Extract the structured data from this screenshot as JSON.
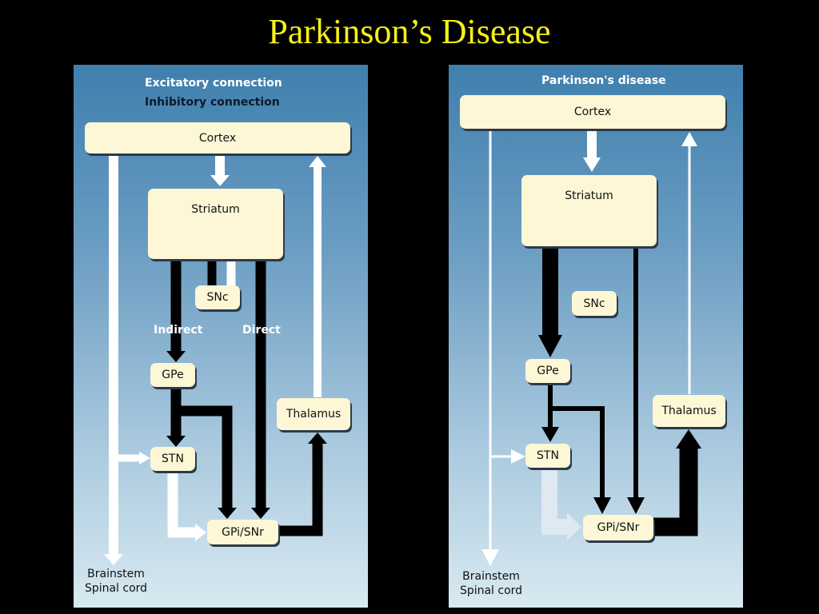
{
  "title": "Parkinson’s Disease",
  "left": {
    "legend_excitatory": "Excitatory connection",
    "legend_inhibitory": "Inhibitory connection",
    "cortex": "Cortex",
    "striatum": "Striatum",
    "snc": "SNc",
    "indirect": "Indirect",
    "direct": "Direct",
    "gpe": "GPe",
    "stn": "STN",
    "thalamus": "Thalamus",
    "gpi_snr": "GPi/SNr",
    "brainstem": "Brainstem",
    "spinal_cord": "Spinal cord"
  },
  "right": {
    "heading": "Parkinson's disease",
    "cortex": "Cortex",
    "striatum": "Striatum",
    "snc": "SNc",
    "gpe": "GPe",
    "stn": "STN",
    "thalamus": "Thalamus",
    "gpi_snr": "GPi/SNr",
    "brainstem": "Brainstem",
    "spinal_cord": "Spinal cord"
  },
  "colors": {
    "title": "#f6ef1a",
    "box_fill": "#fdf7d6",
    "excitatory_arrow": "#ffffff",
    "inhibitory_arrow": "#000000"
  }
}
